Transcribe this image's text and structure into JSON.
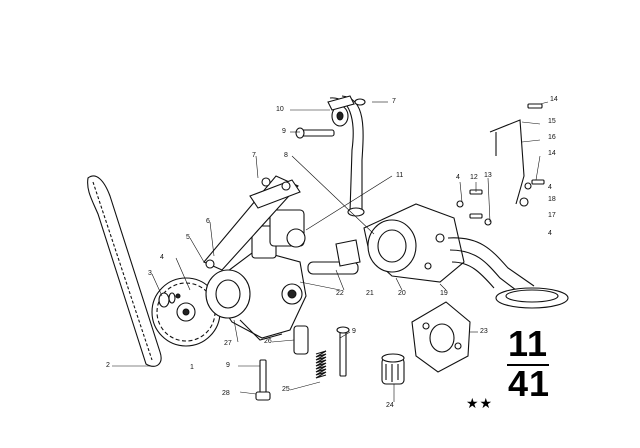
{
  "callouts": [
    {
      "id": "c1",
      "text": "1"
    },
    {
      "id": "c2",
      "text": "2"
    },
    {
      "id": "c3",
      "text": "3"
    },
    {
      "id": "c4a",
      "text": "4"
    },
    {
      "id": "c5",
      "text": "5"
    },
    {
      "id": "c6",
      "text": "6"
    },
    {
      "id": "c7a",
      "text": "7"
    },
    {
      "id": "c7b",
      "text": "7"
    },
    {
      "id": "c8",
      "text": "8"
    },
    {
      "id": "c9a",
      "text": "9"
    },
    {
      "id": "c9b",
      "text": "9"
    },
    {
      "id": "c9c",
      "text": "9"
    },
    {
      "id": "c10",
      "text": "10"
    },
    {
      "id": "c11",
      "text": "11"
    },
    {
      "id": "c12",
      "text": "12"
    },
    {
      "id": "c13",
      "text": "13"
    },
    {
      "id": "c4b",
      "text": "4"
    },
    {
      "id": "c4c",
      "text": "4"
    },
    {
      "id": "c4d",
      "text": "4"
    },
    {
      "id": "c14a",
      "text": "14"
    },
    {
      "id": "c14b",
      "text": "14"
    },
    {
      "id": "c15",
      "text": "15"
    },
    {
      "id": "c16",
      "text": "16"
    },
    {
      "id": "c17",
      "text": "17"
    },
    {
      "id": "c18",
      "text": "18"
    },
    {
      "id": "c19",
      "text": "19"
    },
    {
      "id": "c20",
      "text": "20"
    },
    {
      "id": "c21",
      "text": "21"
    },
    {
      "id": "c22",
      "text": "22"
    },
    {
      "id": "c23",
      "text": "23"
    },
    {
      "id": "c24",
      "text": "24"
    },
    {
      "id": "c25",
      "text": "25"
    },
    {
      "id": "c26",
      "text": "26"
    },
    {
      "id": "c27",
      "text": "27"
    },
    {
      "id": "c28",
      "text": "28"
    }
  ],
  "page_ref": {
    "major": "11",
    "minor": "41"
  },
  "stars": "★★"
}
